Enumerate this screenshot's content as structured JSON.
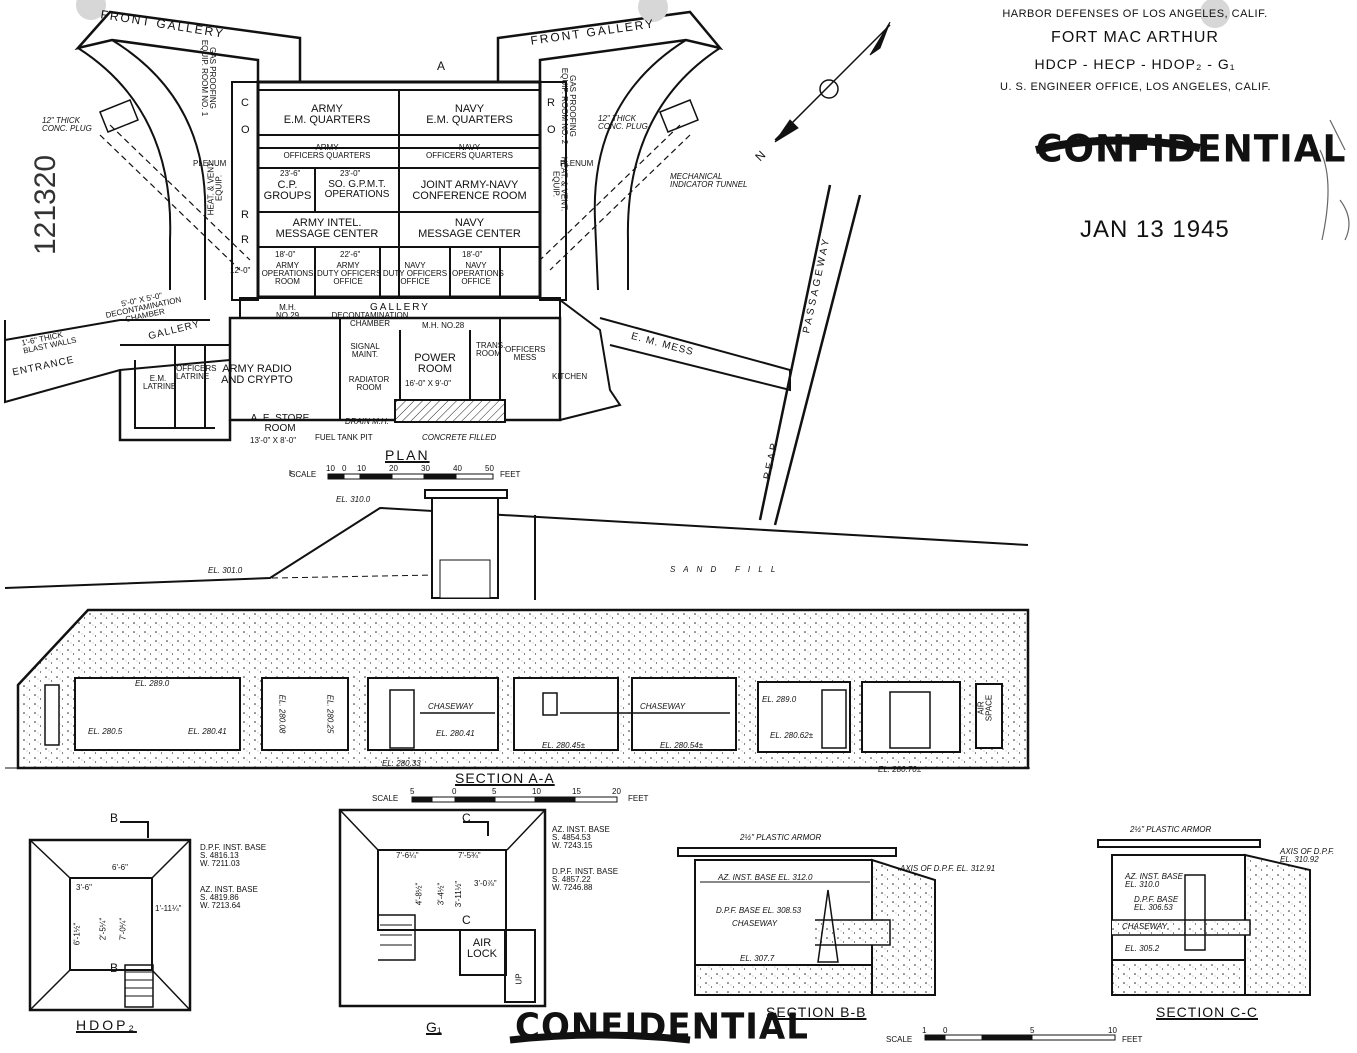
{
  "title_block": {
    "line1": "HARBOR DEFENSES OF LOS ANGELES, CALIF.",
    "line2": "FORT MAC ARTHUR",
    "line3": "HDCP - HECP - HDOP₂ - G₁",
    "line4": "U. S. ENGINEER OFFICE, LOS ANGELES, CALIF.",
    "stamp": "CONFIDENTIAL",
    "date": "JAN 13 1945",
    "side_number": "121320"
  },
  "plan": {
    "title": "PLAN",
    "scale_label": "SCALE",
    "scale_ticks": [
      "10",
      "0",
      "10",
      "20",
      "30",
      "40",
      "50"
    ],
    "scale_unit": "FEET",
    "front_gallery": "FRONT GALLERY",
    "corridor_letters": [
      "C",
      "O",
      "R",
      "R",
      "O",
      "R"
    ],
    "rooms": [
      {
        "id": "army-em",
        "text": "ARMY\nE.M. QUARTERS"
      },
      {
        "id": "navy-em",
        "text": "NAVY\nE.M. QUARTERS"
      },
      {
        "id": "army-officers",
        "text": "ARMY\nOFFICERS QUARTERS"
      },
      {
        "id": "navy-officers",
        "text": "NAVY\nOFFICERS QUARTERS"
      },
      {
        "id": "cp-groups",
        "text": "C.P.\nGROUPS"
      },
      {
        "id": "sogpmt",
        "text": "SO. G.P.M.T.\nOPERATIONS"
      },
      {
        "id": "joint",
        "text": "JOINT ARMY-NAVY\nCONFERENCE ROOM"
      },
      {
        "id": "army-intel",
        "text": "ARMY INTEL.\nMESSAGE CENTER"
      },
      {
        "id": "navy-msg",
        "text": "NAVY\nMESSAGE CENTER"
      },
      {
        "id": "army-ops",
        "text": "ARMY\nOPERATIONS\nROOM"
      },
      {
        "id": "army-duty",
        "text": "ARMY\nDUTY OFFICERS\nOFFICE"
      },
      {
        "id": "navy-duty",
        "text": "NAVY\nDUTY OFFICERS\nOFFICE"
      },
      {
        "id": "navy-ops",
        "text": "NAVY\nOPERATIONS\nOFFICE"
      },
      {
        "id": "gallery",
        "text": "GALLERY"
      },
      {
        "id": "decon",
        "text": "DECONTAMINATION\nCHAMBER"
      },
      {
        "id": "signal",
        "text": "SIGNAL\nMAINT."
      },
      {
        "id": "power",
        "text": "POWER\nROOM"
      },
      {
        "id": "radiator",
        "text": "RADIATOR\nROOM"
      },
      {
        "id": "trans",
        "text": "TRANS.\nROOM"
      },
      {
        "id": "officers-mess",
        "text": "OFFICERS\nMESS"
      },
      {
        "id": "kitchen",
        "text": "KITCHEN"
      },
      {
        "id": "army-radio",
        "text": "ARMY RADIO\nAND CRYPTO"
      },
      {
        "id": "officers-latrine",
        "text": "OFFICERS\nLATRINE"
      },
      {
        "id": "em-latrine",
        "text": "E.M.\nLATRINE"
      },
      {
        "id": "ae-store",
        "text": "A. E. STORE\nROOM"
      }
    ],
    "annotations": {
      "gas_proof_1": "GAS PROOFING\nEQUIP. ROOM NO. 1",
      "gas_proof_2": "GAS PROOFING\nEQUIP. ROOM NO. 2",
      "heat_vent_1": "HEAT. & VENT.\nEQUIP.",
      "heat_vent_2": "HEAT. & VENT.\nEQUIP.",
      "plenum": "PLENUM",
      "plug_left": "12\" THICK\nCONC. PLUG",
      "plug_right": "12\" THICK\nCONC. PLUG",
      "mech_tunnel": "MECHANICAL\nINDICATOR TUNNEL",
      "decon_left": "5'-0\" X 5'-0\"\nDECONTAMINATION\nCHAMBER",
      "blast_walls": "1'-6\" THICK\nBLAST WALLS",
      "entrance": "ENTRANCE",
      "gallery_left": "GALLERY",
      "em_mess": "E. M. MESS",
      "passageway": "PASSAGEWAY",
      "rear": "REAR",
      "fuel_tank": "FUEL TANK PIT",
      "concrete_filled": "CONCRETE FILLED",
      "drain": "DRAIN M.H.",
      "ae_dims": "13'-0\" X 8'-0\"",
      "power_dims": "16'-0\" X 9'-0\"",
      "mh29": "M.H.\nNO.29",
      "mh28": "M.H. NO.28",
      "section_mark": "A",
      "north": "N",
      "dim_23a": "23'-6\"",
      "dim_23b": "23'-0\"",
      "dim_18a": "18'-0\"",
      "dim_22": "22'-6\"",
      "dim_18b": "18'-0\"",
      "dim_12": "12'-0\""
    }
  },
  "section_aa": {
    "title": "SECTION A-A",
    "scale_label": "SCALE",
    "scale_ticks": [
      "5",
      "0",
      "5",
      "10",
      "15",
      "20"
    ],
    "scale_unit": "FEET",
    "sand_fill": "S A N D   F I L L",
    "air_space": "AIR\nSPACE",
    "elevations": [
      "EL. 310.0",
      "EL. 301.0",
      "EL. 289.0",
      "EL. 280.5",
      "EL. 280.41",
      "EL. 280.08",
      "EL. 280.25",
      "EL. 280.41",
      "EL. 280.45±",
      "EL. 280.54±",
      "EL. 280.62±",
      "EL. 280.33",
      "EL. 280.70±",
      "EL. 289.0"
    ],
    "chaseway": "CHASEWAY"
  },
  "hdop2": {
    "title": "HDOP₂",
    "mark": "B",
    "dpf_base": "D.P.F. INST. BASE\nS. 4816.13\nW. 7211.03",
    "az_base": "AZ. INST. BASE\nS. 4819.86\nW. 7213.64",
    "dims": [
      "6'-6\"",
      "3'-6\"",
      "1'-11¼\"",
      "2'-5¼\"",
      "7'-0¼\"",
      "6'-1½\""
    ]
  },
  "g1": {
    "title": "G₁",
    "mark": "C",
    "az_base": "AZ. INST. BASE\nS. 4854.53\nW. 7243.15",
    "dpf_base": "D.P.F. INST. BASE\nS. 4857.22\nW. 7246.88",
    "air_lock": "AIR\nLOCK",
    "up": "UP",
    "dims": [
      "7'-6¼\"",
      "7'-5¾\"",
      "4'-8½\"",
      "3'-4½\"",
      "3'-11½\"",
      "3'-0⅞\""
    ]
  },
  "section_bb": {
    "title": "SECTION B-B",
    "armor": "2½\" PLASTIC ARMOR",
    "axis": "AXIS OF D.P.F. EL. 312.91",
    "az": "AZ. INST. BASE EL. 312.0",
    "dpf": "D.P.F. BASE EL. 308.53",
    "chaseway": "CHASEWAY",
    "el": "EL. 307.7"
  },
  "section_cc": {
    "title": "SECTION C-C",
    "armor": "2½\" PLASTIC ARMOR",
    "axis": "AXIS OF D.P.F.\nEL. 310.92",
    "az": "AZ. INST. BASE\nEL. 310.0",
    "dpf": "D.P.F. BASE\nEL. 306.53",
    "chaseway": "CHASEWAY",
    "el": "EL. 305.2"
  },
  "bottom_scale": {
    "label": "SCALE",
    "ticks": [
      "1",
      "0",
      "5",
      "10"
    ],
    "unit": "FEET"
  },
  "bottom_stamp": "CONFIDENTIAL"
}
